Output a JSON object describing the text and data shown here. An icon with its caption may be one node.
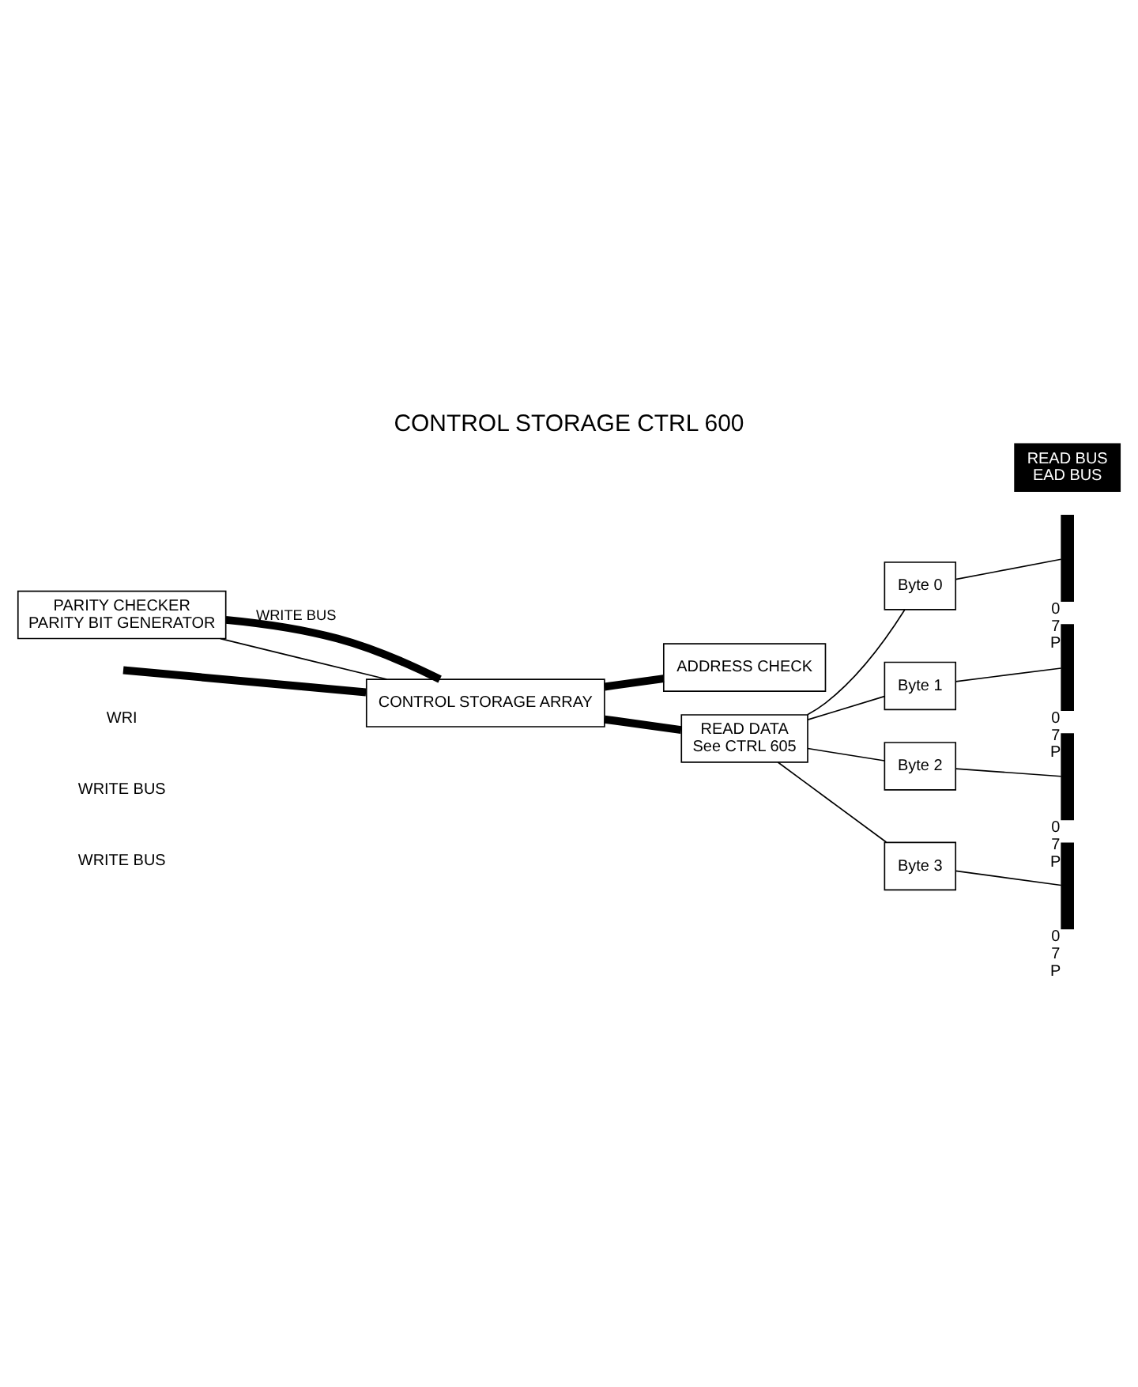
{
  "diagram": {
    "title": "CONTROL STORAGE CTRL 600",
    "nodes": [
      {
        "text": [
          "PARITY CHECKER",
          "PARITY BIT GENERATOR"
        ]
      },
      {
        "text": [
          "CONTROL STORAGE ARRAY"
        ]
      },
      {
        "text": [
          "ADDRESS CHECK"
        ]
      },
      {
        "text": [
          "READ DATA",
          "See CTRL 605"
        ]
      },
      {
        "text": [
          "Byte 0"
        ]
      },
      {
        "text": [
          "Byte 1"
        ]
      },
      {
        "text": [
          "Byte 2"
        ]
      },
      {
        "text": [
          "Byte 3"
        ]
      },
      {
        "text": [],
        "shape": "bar",
        "beside": [
          "0",
          "7",
          "P"
        ]
      },
      {
        "text": [],
        "shape": "bar",
        "beside": [
          "0",
          "7",
          "P"
        ]
      },
      {
        "text": [],
        "shape": "bar",
        "beside": [
          "0",
          "7",
          "P"
        ]
      },
      {
        "text": [],
        "shape": "bar",
        "beside": [
          "0",
          "7",
          "P"
        ]
      },
      {
        "text": [
          "READ BUS",
          "EAD BUS"
        ]
      }
    ],
    "edges": [
      {
        "from": 0,
        "to": 1,
        "arrow": "none",
        "style": "thick",
        "label": "WRITE BUS"
      },
      {
        "from": 0,
        "to": 1,
        "arrow": "none"
      },
      {
        "from": null,
        "to": 1,
        "arrow": "none",
        "style": "thick"
      },
      {
        "from": 1,
        "to": 2,
        "arrow": "none",
        "style": "thick"
      },
      {
        "from": 1,
        "to": 3,
        "arrow": "none",
        "style": "thick"
      },
      {
        "from": 3,
        "to": 4,
        "arrow": "none"
      },
      {
        "from": 3,
        "to": 5,
        "arrow": "none"
      },
      {
        "from": 3,
        "to": 6,
        "arrow": "none"
      },
      {
        "from": 3,
        "to": 7,
        "arrow": "none"
      },
      {
        "from": 4,
        "to": 8,
        "arrow": "none"
      },
      {
        "from": 5,
        "to": 9,
        "arrow": "none"
      },
      {
        "from": 6,
        "to": 10,
        "arrow": "none"
      },
      {
        "from": 7,
        "to": 11,
        "arrow": "none"
      }
    ],
    "labels": [
      "WRI",
      "WRITE BUS",
      "WRITE BUS"
    ]
  }
}
